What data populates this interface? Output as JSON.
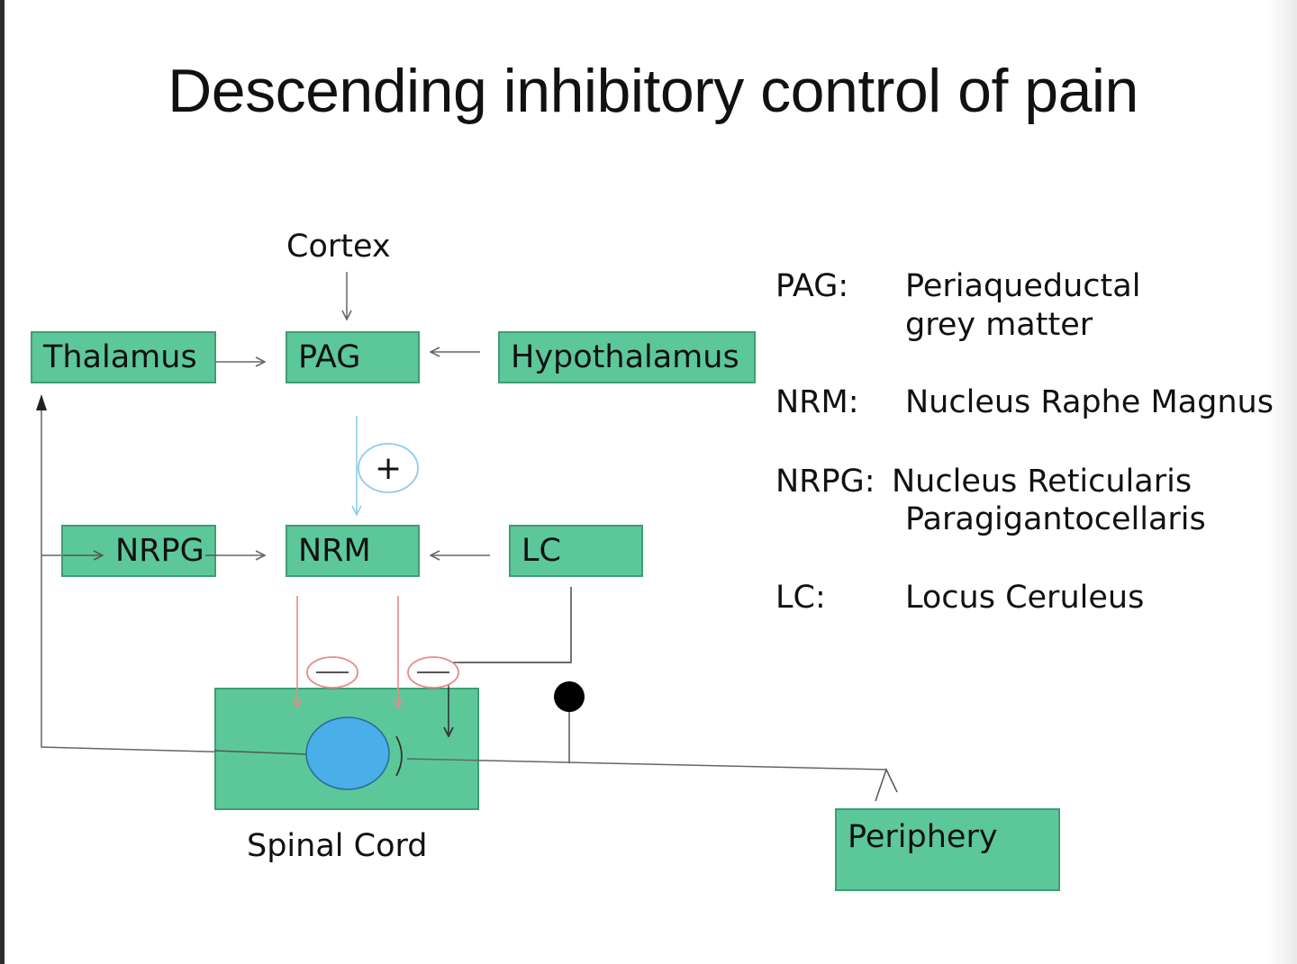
{
  "title": "Descending inhibitory control of pain",
  "nodes": {
    "cortex": "Cortex",
    "thalamus": "Thalamus",
    "pag": "PAG",
    "hypothalamus": "Hypothalamus",
    "nrpg": "NRPG",
    "nrm": "NRM",
    "lc": "LC",
    "spinal_cord": "Spinal Cord",
    "periphery": "Periphery"
  },
  "signs": {
    "plus": "+"
  },
  "legend": [
    {
      "abbr": "PAG:",
      "line1": "Periaqueductal",
      "line2": "grey matter"
    },
    {
      "abbr": "NRM:",
      "line1": "Nucleus Raphe Magnus"
    },
    {
      "abbr": "NRPG:",
      "line1": "Nucleus Reticularis",
      "line2": "Paragigantocellaris"
    },
    {
      "abbr": "LC:",
      "line1": "Locus Ceruleus"
    }
  ],
  "colors": {
    "box_fill": "#5cc89a",
    "box_border": "#3f9d74",
    "excitatory": "#8ecbee",
    "inhibitory": "#e88a86",
    "neuron": "#4aaee8",
    "line": "#666666"
  }
}
